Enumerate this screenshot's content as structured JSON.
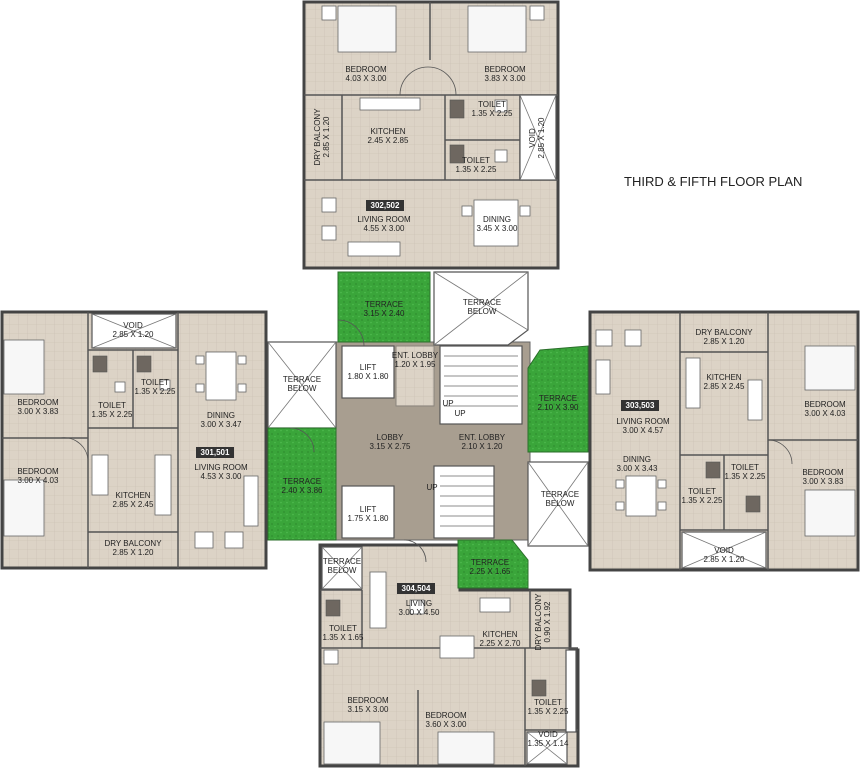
{
  "plan_title": "THIRD & FIFTH FLOOR PLAN",
  "colors": {
    "floor": "#dcd3c6",
    "terrace_green": "#3aa53a",
    "wall": "#444444",
    "badge": "#333333"
  },
  "units": {
    "top": "302,502",
    "left": "301,501",
    "right": "303,503",
    "bottom": "304,504"
  },
  "rooms": {
    "top_bedroom_1": {
      "name": "BEDROOM",
      "size": "4.03 X 3.00"
    },
    "top_bedroom_2": {
      "name": "BEDROOM",
      "size": "3.83 X 3.00"
    },
    "top_dry_balcony": {
      "name": "DRY BALCONY",
      "size": "2.85 X 1.20"
    },
    "top_kitchen": {
      "name": "KITCHEN",
      "size": "2.45 X 2.85"
    },
    "top_toilet_1": {
      "name": "TOILET",
      "size": "1.35 X 2.25"
    },
    "top_toilet_2": {
      "name": "TOILET",
      "size": "1.35 X 2.25"
    },
    "top_void": {
      "name": "VOID",
      "size": "2.85 X 1.20"
    },
    "top_living": {
      "name": "LIVING ROOM",
      "size": "4.55 X 3.00"
    },
    "top_dining": {
      "name": "DINING",
      "size": "3.45 X 3.00"
    },
    "left_void": {
      "name": "VOID",
      "size": "2.85 X 1.20"
    },
    "left_bedroom_1": {
      "name": "BEDROOM",
      "size": "3.00 X 3.83"
    },
    "left_toilet_1": {
      "name": "TOILET",
      "size": "1.35 X 2.25"
    },
    "left_toilet_2": {
      "name": "TOILET",
      "size": "1.35 X 2.25"
    },
    "left_dining": {
      "name": "DINING",
      "size": "3.00 X 3.47"
    },
    "left_bedroom_2": {
      "name": "BEDROOM",
      "size": "3.00 X 4.03"
    },
    "left_living": {
      "name": "LIVING ROOM",
      "size": "4.53 X 3.00"
    },
    "left_kitchen": {
      "name": "KITCHEN",
      "size": "2.85 X 2.45"
    },
    "left_dry_balcony": {
      "name": "DRY BALCONY",
      "size": "2.85 X 1.20"
    },
    "right_dry_balcony": {
      "name": "DRY BALCONY",
      "size": "2.85 X 1.20"
    },
    "right_kitchen": {
      "name": "KITCHEN",
      "size": "2.85 X 2.45"
    },
    "right_living": {
      "name": "LIVING ROOM",
      "size": "3.00 X 4.57"
    },
    "right_bedroom_1": {
      "name": "BEDROOM",
      "size": "3.00 X 4.03"
    },
    "right_dining": {
      "name": "DINING",
      "size": "3.00 X 3.43"
    },
    "right_toilet_1": {
      "name": "TOILET",
      "size": "1.35 X 2.25"
    },
    "right_toilet_2": {
      "name": "TOILET",
      "size": "1.35 X 2.25"
    },
    "right_bedroom_2": {
      "name": "BEDROOM",
      "size": "3.00 X 3.83"
    },
    "right_void": {
      "name": "VOID",
      "size": "2.85 X 1.20"
    },
    "bottom_living": {
      "name": "LIVING",
      "size": "3.00 X 4.50"
    },
    "bottom_toilet_1": {
      "name": "TOILET",
      "size": "1.35 X 1.65"
    },
    "bottom_kitchen": {
      "name": "KITCHEN",
      "size": "2.25 X 2.70"
    },
    "bottom_dry_balcony": {
      "name": "DRY BALCONY",
      "size": "0.90 X 1.92"
    },
    "bottom_bedroom_1": {
      "name": "BEDROOM",
      "size": "3.15 X 3.00"
    },
    "bottom_bedroom_2": {
      "name": "BEDROOM",
      "size": "3.60 X 3.00"
    },
    "bottom_toilet_2": {
      "name": "TOILET",
      "size": "1.35 X 2.25"
    },
    "bottom_void": {
      "name": "VOID",
      "size": "1.35 X 1.14"
    },
    "terrace_top": {
      "name": "TERRACE",
      "size": "3.15 X 2.40"
    },
    "terrace_right": {
      "name": "TERRACE",
      "size": "2.10 X 3.90"
    },
    "terrace_left": {
      "name": "TERRACE",
      "size": "2.40 X 3.86"
    },
    "terrace_bottom": {
      "name": "TERRACE",
      "size": "2.25 X 1.65"
    },
    "lift_1": {
      "name": "LIFT",
      "size": "1.80 X 1.80"
    },
    "lift_2": {
      "name": "LIFT",
      "size": "1.75 X 1.80"
    },
    "ent_lobby_1": {
      "name": "ENT. LOBBY",
      "size": "1.20 X 1.95"
    },
    "ent_lobby_2": {
      "name": "ENT. LOBBY",
      "size": "2.10 X 1.20"
    },
    "lobby": {
      "name": "LOBBY",
      "size": "3.15 X 2.75"
    }
  },
  "terrace_below": {
    "line1": "TERRACE",
    "line2": "BELOW"
  },
  "stair_marks": {
    "up": "UP"
  }
}
